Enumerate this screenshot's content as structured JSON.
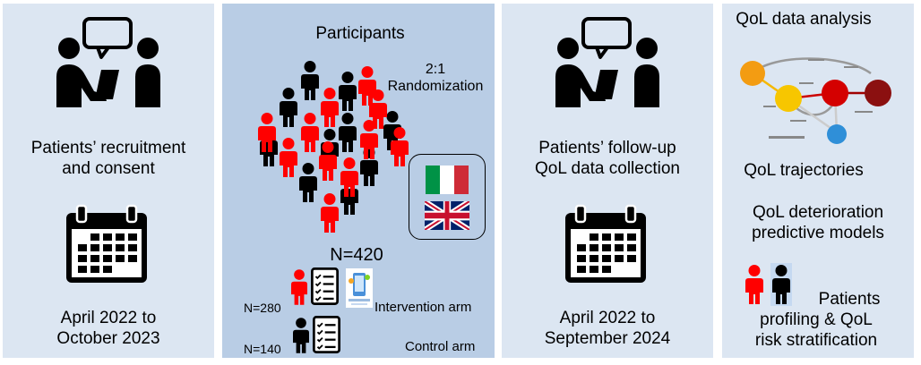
{
  "panels": {
    "recruitment": {
      "title_line1": "Patients’ recruitment",
      "title_line2": "and consent",
      "date_line1": "April 2022 to",
      "date_line2": "October 2023"
    },
    "participants": {
      "title": "Participants",
      "randomization_ratio": "2:1",
      "randomization_label": "Randomization",
      "total": "N=420",
      "intervention_n": "N=280",
      "intervention_label": "Intervention arm",
      "control_n": "N=140",
      "control_label": "Control arm"
    },
    "followup": {
      "title_line1": "Patients’ follow-up",
      "title_line2": "QoL data collection",
      "date_line1": "April 2022 to",
      "date_line2": "September 2024"
    },
    "analysis": {
      "title": "QoL data analysis",
      "trajectories": "QoL trajectories",
      "models_line1": "QoL deterioration",
      "models_line2": "predictive models",
      "profiling_line1": "Patients",
      "profiling_line2": "profiling & QoL",
      "profiling_line3": "risk stratification"
    }
  },
  "colors": {
    "panel_light": "#dce6f2",
    "panel_mid": "#b9cde5",
    "intervention_red": "#ff0000",
    "control_black": "#000000"
  }
}
